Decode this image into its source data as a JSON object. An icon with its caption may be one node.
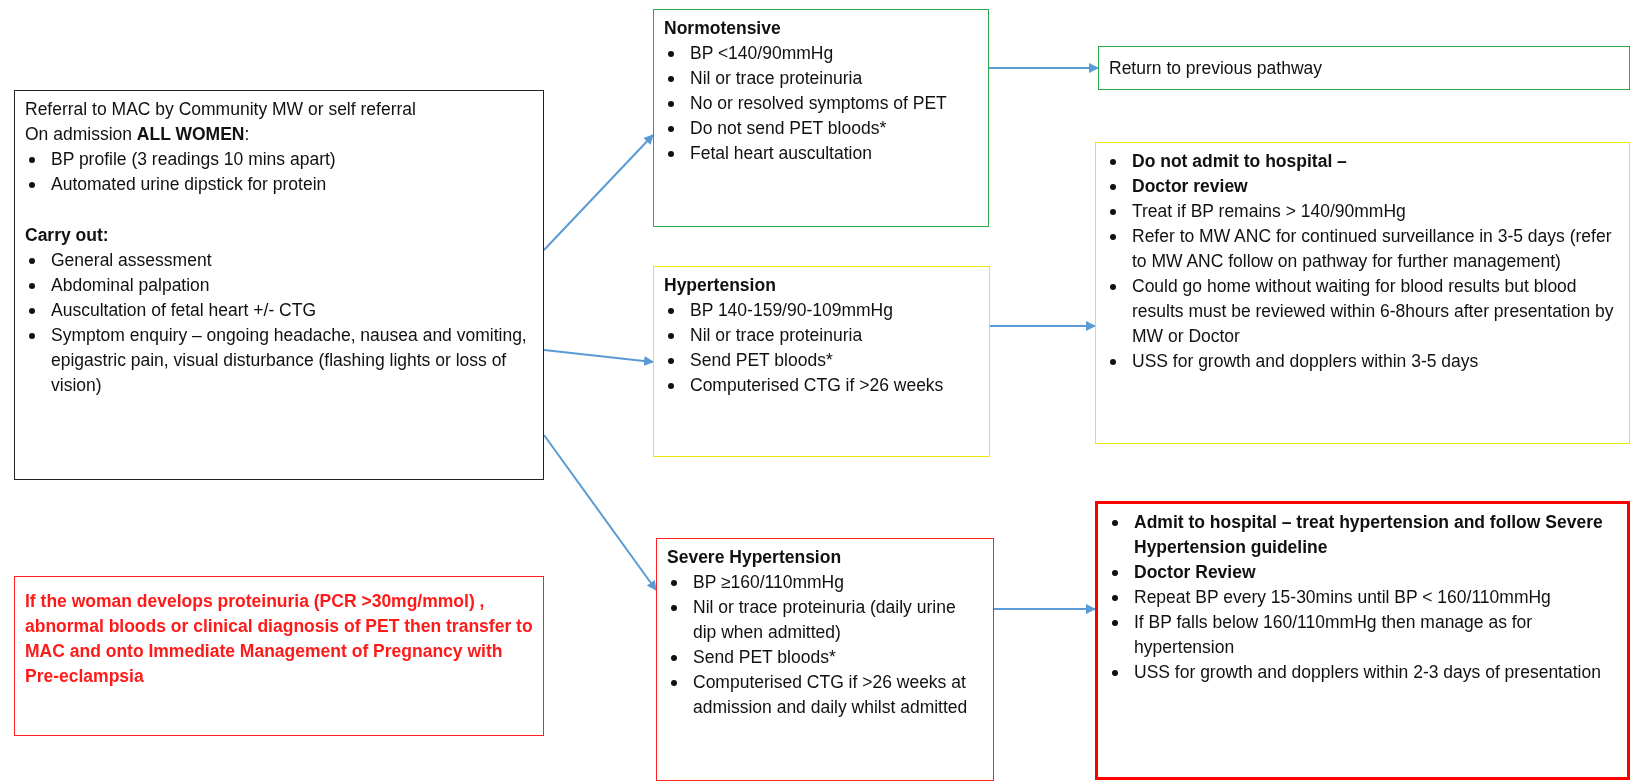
{
  "diagram": {
    "nodes": [
      {
        "text": [
          "Referral to MAC by Community MW or self referral",
          "On admission **ALL WOMEN**:",
          "BP profile (3 readings 10 mins apart)",
          "Automated urine dipstick for protein",
          "Carry out:",
          "General assessment",
          "Abdominal palpation",
          "Auscultation of fetal heart +/- CTG",
          "Symptom enquiry – ongoing headache, nausea and vomiting, epigastric pain, visual disturbance (flashing lights or loss of vision)"
        ]
      },
      {
        "text": [
          "Normotensive",
          "BP <140/90mmHg",
          "Nil or trace proteinuria",
          "No or resolved symptoms of PET",
          "Do not send PET bloods*",
          "Fetal heart auscultation"
        ]
      },
      {
        "text": [
          "Return to previous pathway"
        ]
      },
      {
        "text": [
          "Hypertension",
          "BP 140-159/90-109mmHg",
          "Nil or trace proteinuria",
          "Send PET bloods*",
          "Computerised CTG if >26 weeks"
        ]
      },
      {
        "text": [
          "Do not admit to hospital –",
          "Doctor review",
          "Treat if BP remains > 140/90mmHg",
          "Refer to MW ANC for continued surveillance in 3-5 days (refer to MW ANC follow on pathway for further management)",
          "Could go home without waiting for blood results but blood results must be reviewed within 6-8hours after presentation by MW or Doctor",
          "USS for growth and dopplers within 3-5 days"
        ]
      },
      {
        "text": [
          "If the woman develops proteinuria (PCR >30mg/mmol) , abnormal bloods or clinical diagnosis of PET then transfer to MAC and onto Immediate Management of Pregnancy with Pre-eclampsia"
        ]
      },
      {
        "text": [
          "Severe Hypertension",
          "BP ≥160/110mmHg",
          "Nil or trace proteinuria (daily urine dip when admitted)",
          "Send PET bloods*",
          "Computerised CTG if >26 weeks at admission and daily whilst admitted"
        ]
      },
      {
        "text": [
          "Admit to hospital –  treat hypertension and follow Severe Hypertension guideline",
          "Doctor Review",
          "Repeat BP every 15-30mins until BP < 160/110mmHg",
          "If BP falls below 160/110mmHg then manage as for hypertension",
          "USS for growth and dopplers within  2-3 days of presentation"
        ]
      }
    ],
    "edges": [
      {
        "from": 0,
        "to": 1,
        "arrow": "to"
      },
      {
        "from": 0,
        "to": 3,
        "arrow": "to"
      },
      {
        "from": 0,
        "to": 6,
        "arrow": "to"
      },
      {
        "from": 1,
        "to": 2,
        "arrow": "to"
      },
      {
        "from": 3,
        "to": 4,
        "arrow": "to"
      },
      {
        "from": 6,
        "to": 7,
        "arrow": "to"
      }
    ]
  }
}
